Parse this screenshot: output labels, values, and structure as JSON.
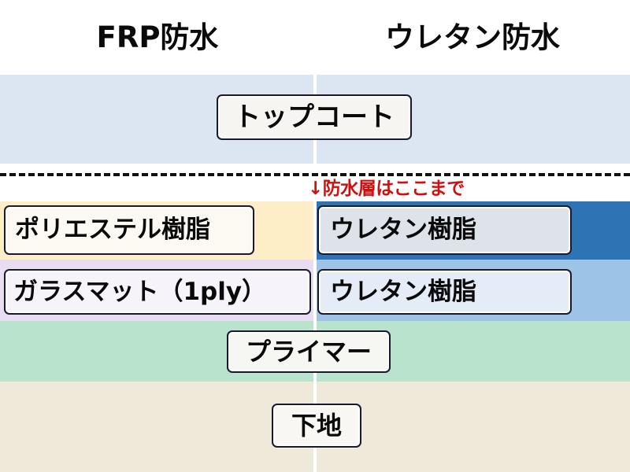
{
  "diagram": {
    "title_left": "FRP防水",
    "title_right": "ウレタン防水",
    "annotation": "↓防水層はここまで",
    "colors": {
      "topcoat_band": "#dce6f2",
      "polyester_band": "#fdeec8",
      "urethane_band_top": "#2e74b5",
      "glassmat_band": "#e9ddf2",
      "urethane_band_bottom": "#9dc3e6",
      "primer_band": "#b9e3cd",
      "substrate_band": "#efe9da",
      "annotation_text": "#cc1111",
      "dashed_line": "#111111",
      "label_text": "#0a0a0a"
    },
    "layers": {
      "topcoat": "トップコート",
      "polyester_resin": "ポリエステル樹脂",
      "urethane_resin_upper": "ウレタン樹脂",
      "glass_mat": "ガラスマット（1ply）",
      "urethane_resin_lower": "ウレタン樹脂",
      "primer": "プライマー",
      "substrate": "下地"
    }
  }
}
